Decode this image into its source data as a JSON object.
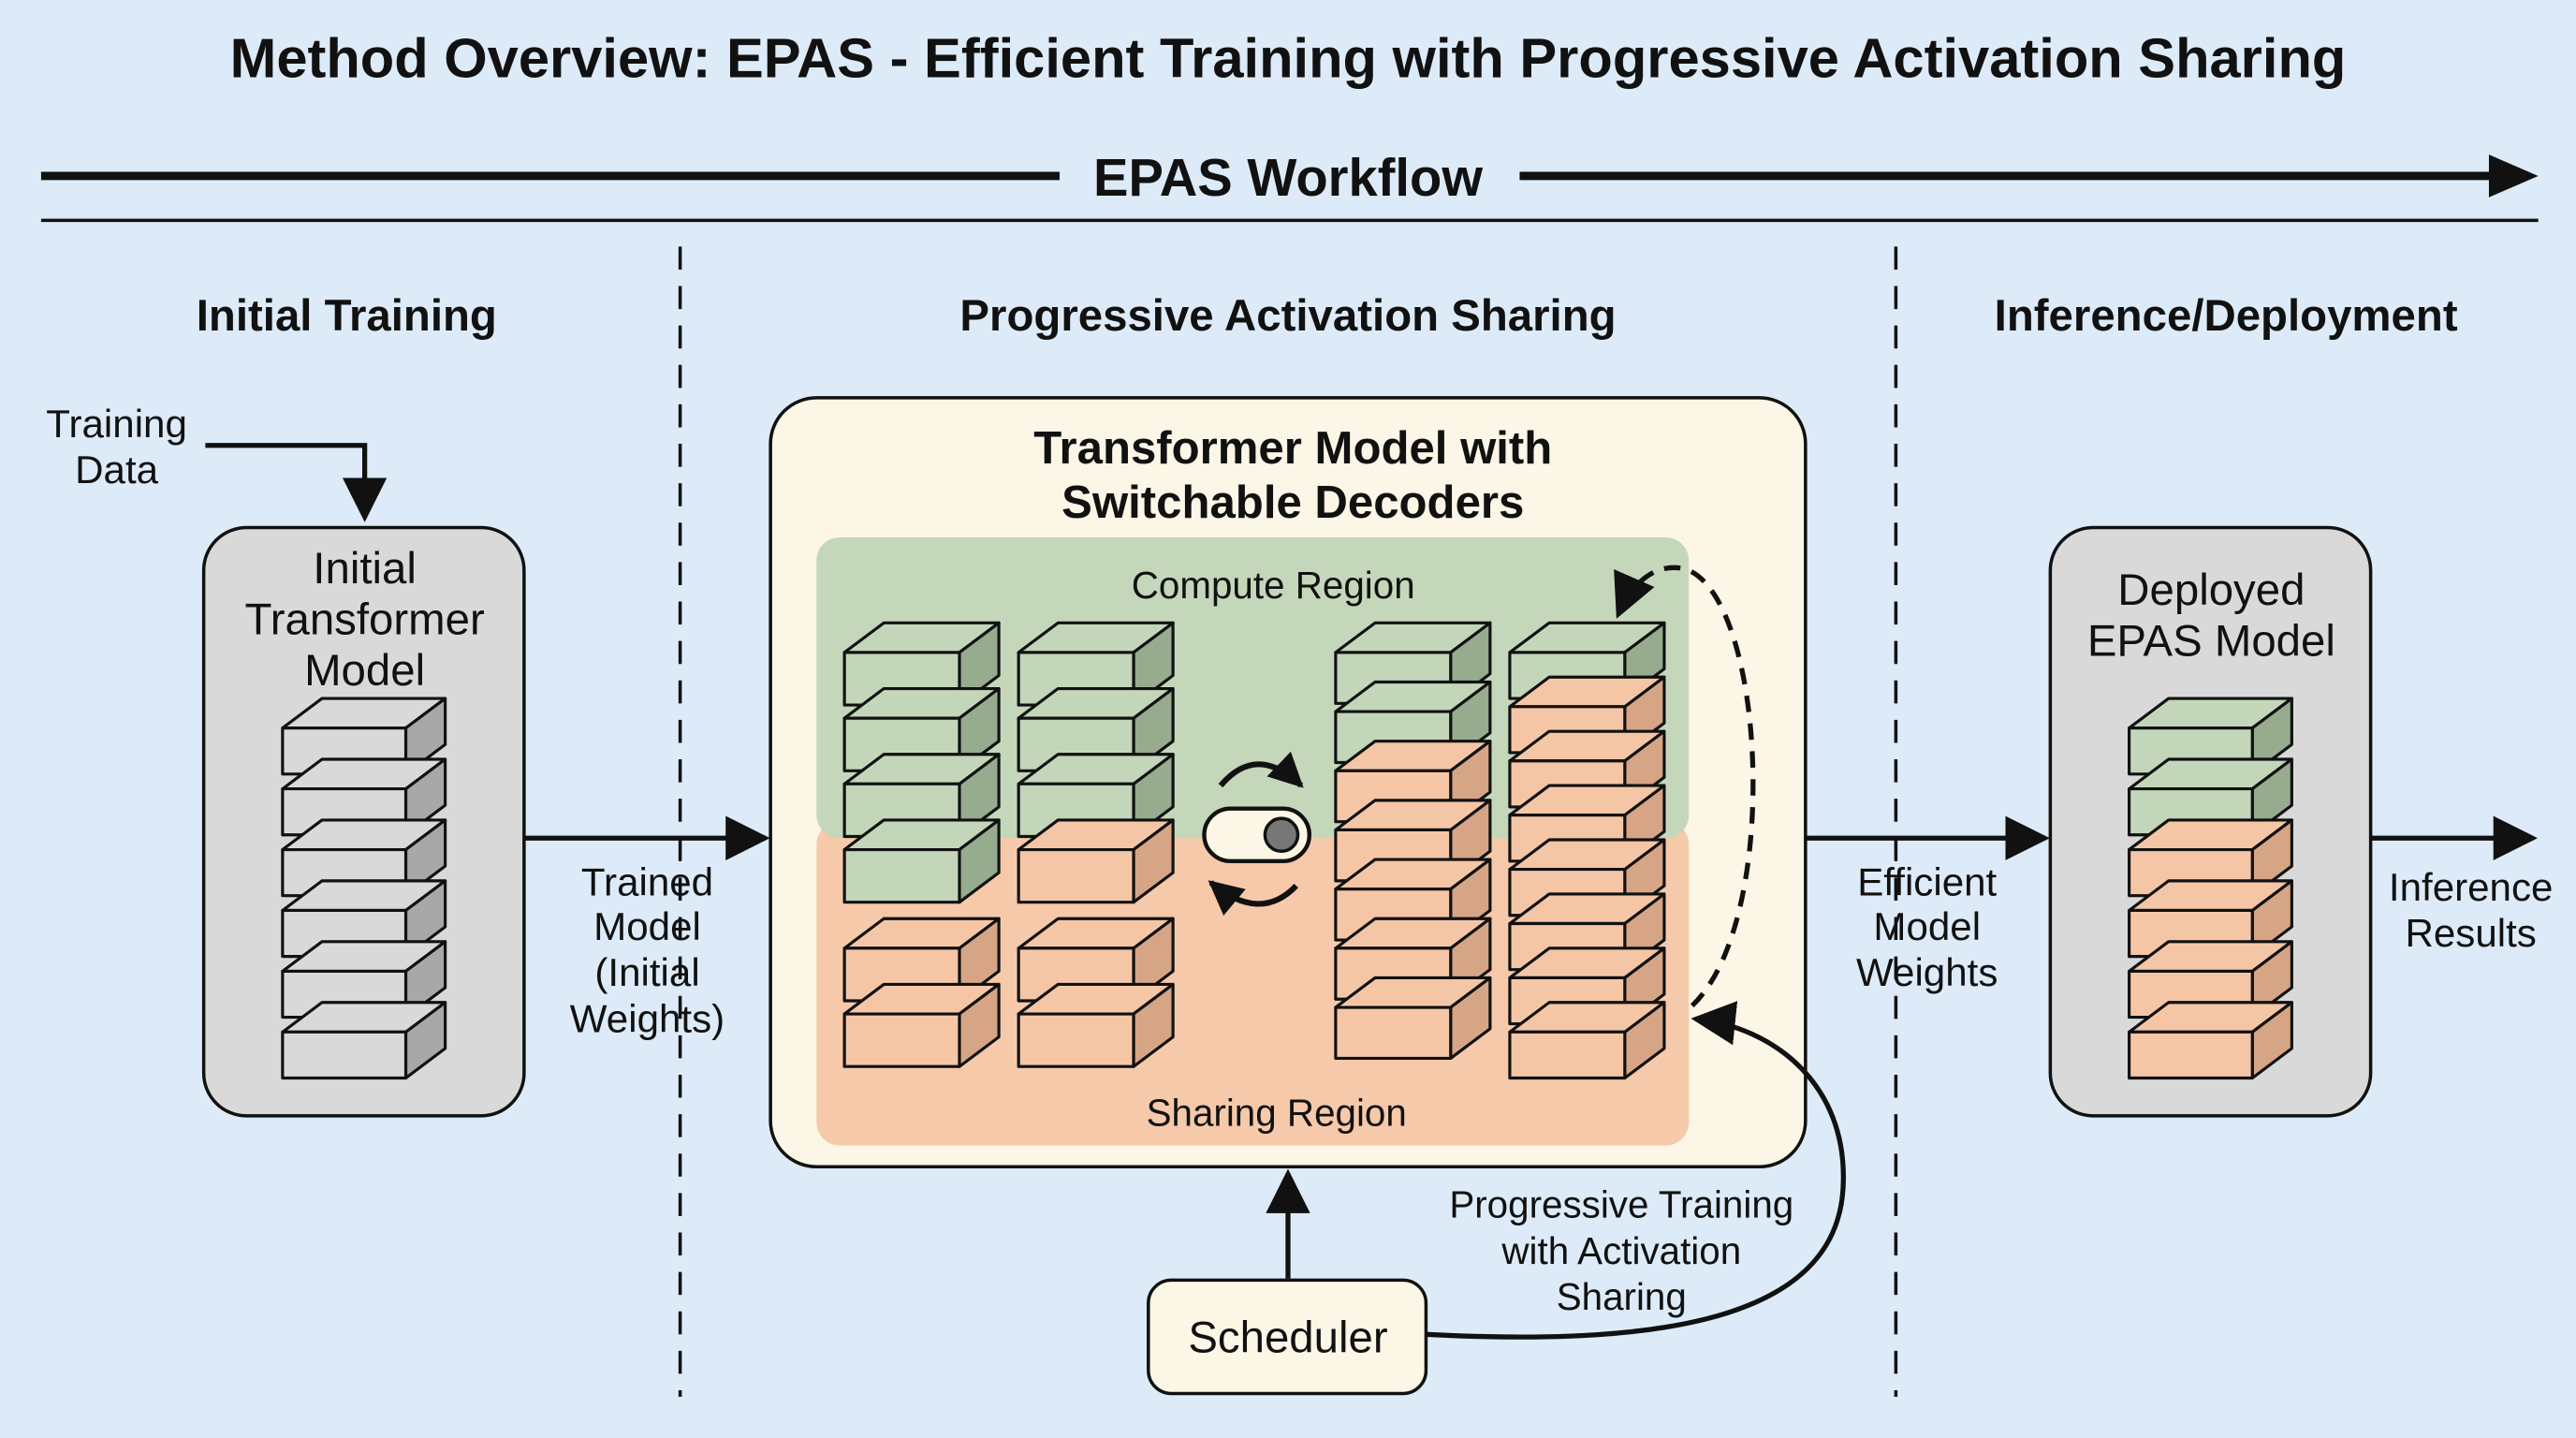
{
  "title": "Method Overview: EPAS - Efficient Training with Progressive Activation Sharing",
  "workflow_label": "EPAS Workflow",
  "sections": {
    "initial": "Initial Training",
    "sharing": "Progressive Activation Sharing",
    "inference": "Inference/Deployment"
  },
  "training_data": [
    "Training",
    "Data"
  ],
  "initial_model": [
    "Initial",
    "Transformer",
    "Model"
  ],
  "trained_model": [
    "Trained",
    "Model",
    "(Initial",
    "Weights)"
  ],
  "transformer_box": [
    "Transformer Model with",
    "Switchable Decoders"
  ],
  "compute_region": "Compute Region",
  "sharing_region": "Sharing Region",
  "efficient_weights": [
    "Efficient",
    "Model",
    "Weights"
  ],
  "deployed_model": [
    "Deployed",
    "EPAS Model"
  ],
  "inference_results": [
    "Inference",
    "Results"
  ],
  "progressive_training": [
    "Progressive Training",
    "with Activation",
    "Sharing"
  ],
  "scheduler": "Scheduler",
  "colors": {
    "background": "#dcebf7",
    "green": "#c3d6b9",
    "orange": "#f5c6a6",
    "gray": "#d9d9d9",
    "panel": "#fbf6e6",
    "compute_bg": "#c5d7bb",
    "sharing_bg": "#f6c9aa"
  },
  "stacks": {
    "initial": [
      "gray",
      "gray",
      "gray",
      "gray",
      "gray",
      "gray"
    ],
    "col1": [
      "green",
      "green",
      "green",
      "green",
      "orange",
      "orange"
    ],
    "col2": [
      "green",
      "green",
      "green",
      "orange",
      "orange",
      "orange"
    ],
    "col3": [
      "green",
      "green",
      "orange",
      "orange",
      "orange",
      "orange",
      "orange"
    ],
    "col4": [
      "green",
      "orange",
      "orange",
      "orange",
      "orange",
      "orange",
      "orange",
      "orange"
    ],
    "deployed": [
      "green",
      "green",
      "orange",
      "orange",
      "orange",
      "orange"
    ]
  }
}
